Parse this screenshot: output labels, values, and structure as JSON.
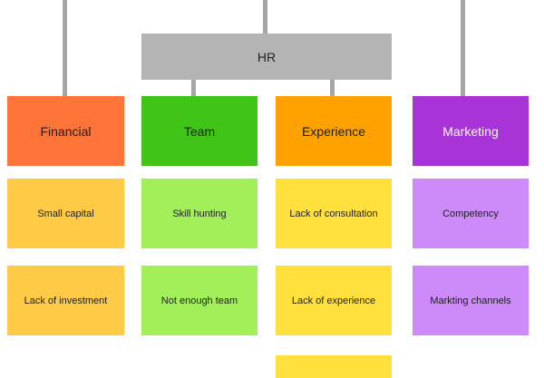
{
  "hr_label": "HR",
  "columns": [
    {
      "category": "Financial",
      "items": [
        "Small capital",
        "Lack of investment"
      ]
    },
    {
      "category": "Team",
      "items": [
        "Skill hunting",
        "Not enough team"
      ]
    },
    {
      "category": "Experience",
      "items": [
        "Lack of consultation",
        "Lack of experience",
        ""
      ]
    },
    {
      "category": "Marketing",
      "items": [
        "Competency",
        "Markting channels"
      ]
    }
  ],
  "colors": {
    "connector": "#a6a6a6",
    "hr": "#b4b4b4",
    "financial": "#ff7439",
    "financial_items": "#ffca45",
    "team": "#40c418",
    "team_items": "#a2ef5a",
    "experience": "#ffa200",
    "experience_items": "#ffe03c",
    "marketing": "#a833d6",
    "marketing_items": "#cc8bf8"
  }
}
